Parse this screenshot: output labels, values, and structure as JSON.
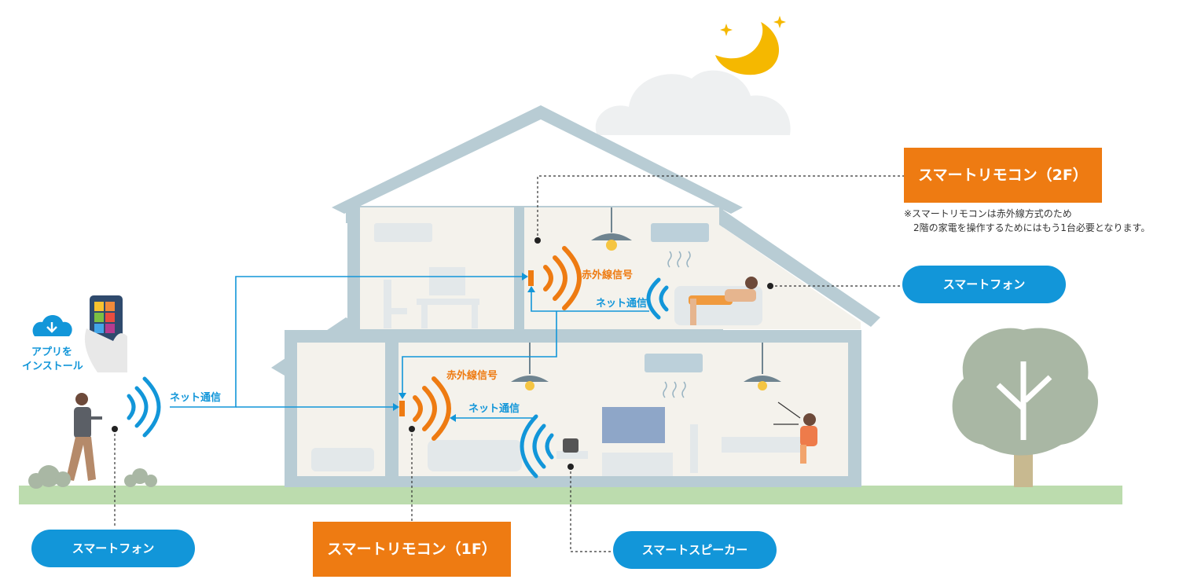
{
  "labels": {
    "remote_2f": "スマートリモコン（2F）",
    "remote_1f": "スマートリモコン（1F）",
    "smartphone_right": "スマートフォン",
    "smartphone_left": "スマートフォン",
    "smart_speaker": "スマートスピーカー"
  },
  "note": {
    "line1": "※スマートリモコンは赤外線方式のため",
    "line2": "2階の家電を操作するためにはもう1台必要となります。"
  },
  "flow": {
    "net_left": "ネット通信",
    "net_2f": "ネット通信",
    "net_1f": "ネット通信",
    "ir_2f": "赤外線信号",
    "ir_1f": "赤外線信号"
  },
  "app": {
    "line1": "アプリを",
    "line2": "インストール"
  },
  "colors": {
    "orange": "#ee7b12",
    "blue": "#1296d9",
    "house": "#b8ccd4",
    "interior": "#f4f2ec",
    "ground": "#bcdcae",
    "tree": "#a9b7a4",
    "moon": "#f5b800"
  },
  "icons": [
    "moon-icon",
    "cloud-icon",
    "wifi-wave-icon",
    "download-cloud-icon",
    "tree-icon",
    "lamp-icon",
    "air-conditioner-icon"
  ]
}
